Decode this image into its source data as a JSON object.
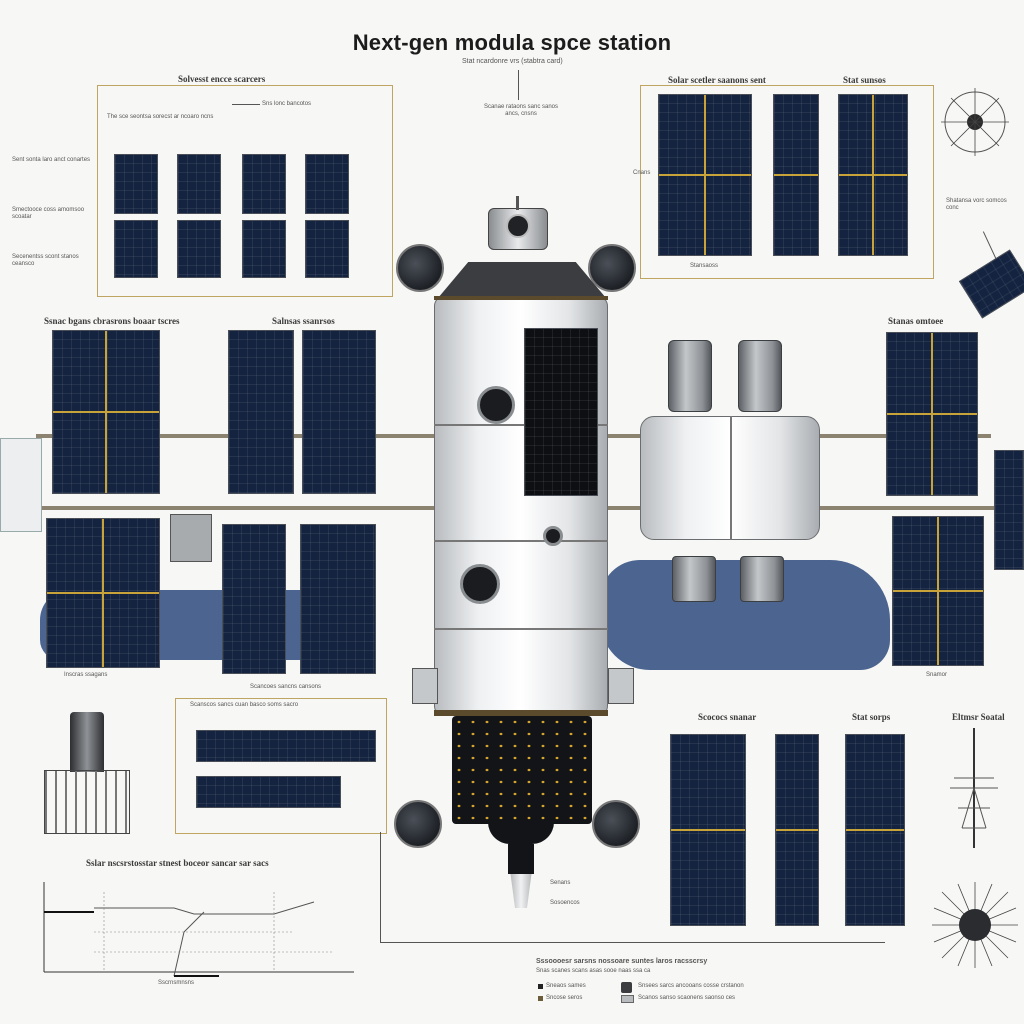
{
  "title": "Next-gen modula spce station",
  "labels": {
    "subtitle": "Stat ncardonre vrs (stabtra card)",
    "panels_box_title": "Solvesst encce scarcers",
    "panels_box_note": "Sns lonc bancotos",
    "panels_box_desc": "The sce seontsa sorecst ar ncoaro ncns",
    "left_note_1": "Sent sonta laro anct conartes",
    "left_note_2": "Smectooce coss amomsoo scoatar",
    "left_note_3": "Secenentss scont stanos ceansco",
    "center_callout": "Scanae rataons sanc sanos ancs, cnsns",
    "top_right_box_title": "Solar scetler saanons sent",
    "top_right_label": "Stansaoss",
    "top_right_side": "Cnans",
    "top_right_fans": "Stat sunsos",
    "right_note": "Shatansa vorc somcos conc",
    "mid_left_title": "Ssnac bgans cbrasrons boaar tscres",
    "mid_center_title": "Salnsas ssanrsos",
    "mid_right_title": "Stanas omtoee",
    "bottom_left_panel_label": "Inscras ssagans",
    "bottom_center_panel_label": "Scancoes sancns cansons",
    "bottom_right_panel_label": "Snamor",
    "lower_box_title": "Scanscos sancs cuan basco soms sacro",
    "lower_right_title": "Scococs snanar",
    "lower_right_title_2": "Stat sorps",
    "far_right_title": "Eltmsr Soatal",
    "graph_title": "Sslar nscsrstosstar stnest boceor sancar sar sacs",
    "graph_bottom": "Sscrnsmnsns",
    "legend_title": "Sssoooesr sarsns nossoare suntes laros racsscrsy",
    "legend_sub": "Snas scanes scans asas sooe naas ssa ca",
    "legend_1": "Sneaos sames",
    "legend_2": "Sncose seros",
    "legend_3": "Snsees sarcs ancooans cosse crstanon",
    "legend_4": "Scanos sanso scaonens saonso ces",
    "dock_label_1": "Senans",
    "dock_label_2": "Sosoencos"
  },
  "colors": {
    "panel": "#142440",
    "panel_gridline": "#c7a33a",
    "hull": "#ffffff",
    "shadow": "#2e4a7e",
    "background": "#f7f7f5"
  },
  "icons": [
    "antenna-dish-icon",
    "docking-port-icon",
    "starburst-icon",
    "radial-antenna-icon"
  ]
}
